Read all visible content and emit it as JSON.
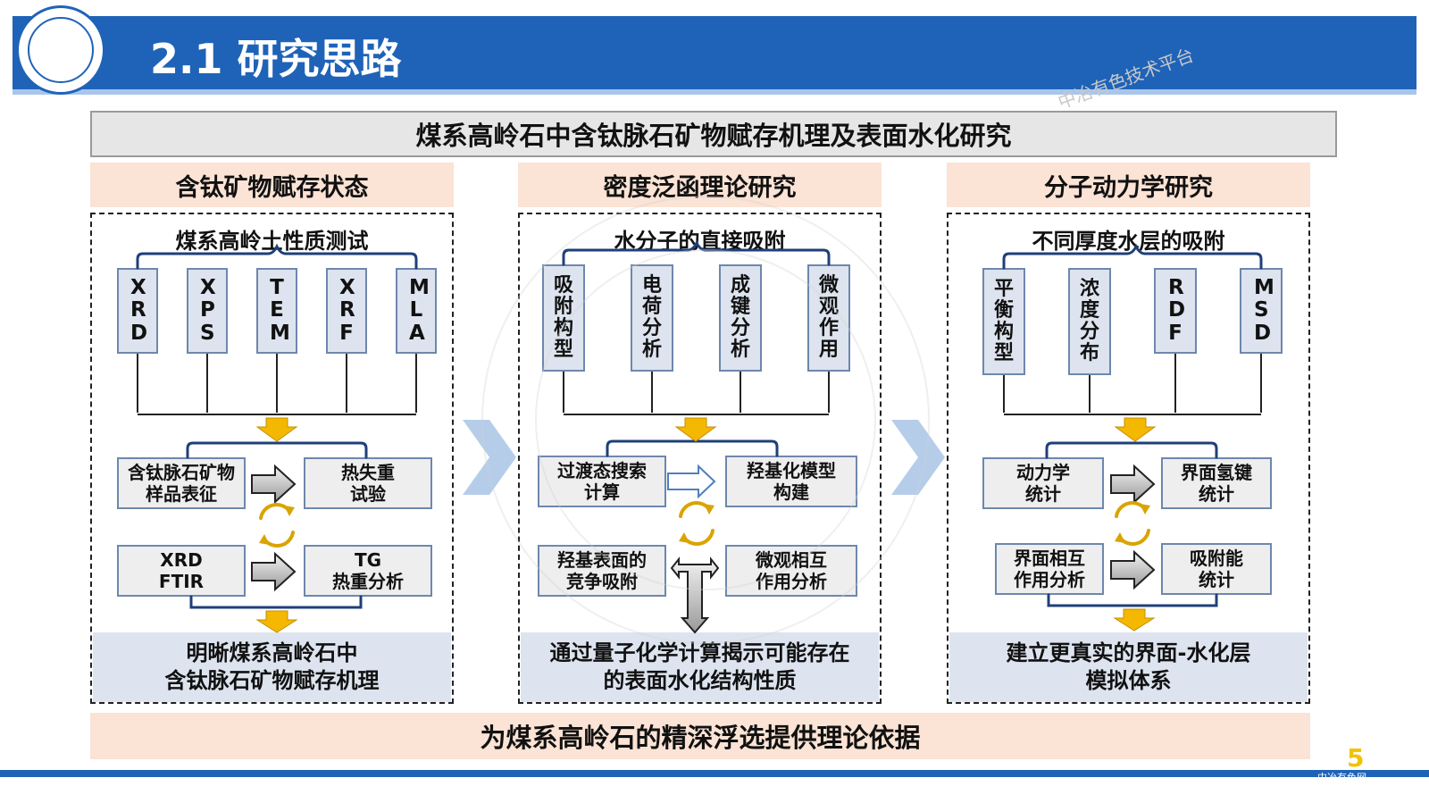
{
  "slide": {
    "title": "2.1 研究思路",
    "page_number": "5",
    "site_label": "中冶有色网"
  },
  "main_title": "煤系高岭石中含钛脉石矿物赋存机理及表面水化研究",
  "columns": [
    {
      "heading": "含钛矿物赋存状态",
      "subheading": "煤系高岭土性质测试",
      "methods": [
        "XRD",
        "XPS",
        "TEM",
        "XRF",
        "MLA"
      ],
      "box_tl": "含钛脉石矿物\n样品表征",
      "box_tr": "热失重\n试验",
      "box_bl": "XRD\nFTIR",
      "box_br": "TG\n热重分析",
      "result": "明晰煤系高岭石中\n含钛脉石矿物赋存机理"
    },
    {
      "heading": "密度泛函理论研究",
      "subheading": "水分子的直接吸附",
      "methods": [
        "吸附构型",
        "电荷分析",
        "成键分析",
        "微观作用"
      ],
      "box_tl": "过渡态搜索\n计算",
      "box_tr": "羟基化模型\n构建",
      "box_bl": "羟基表面的\n竞争吸附",
      "box_br": "微观相互\n作用分析",
      "result": "通过量子化学计算揭示可能存在\n的表面水化结构性质"
    },
    {
      "heading": "分子动力学研究",
      "subheading": "不同厚度水层的吸附",
      "methods": [
        "平衡构型",
        "浓度分布",
        "RDF",
        "MSD"
      ],
      "box_tl": "动力学\n统计",
      "box_tr": "界面氢键\n统计",
      "box_bl": "界面相互\n作用分析",
      "box_br": "吸附能\n统计",
      "result": "建立更真实的界面-水化层\n模拟体系"
    }
  ],
  "bottom_banner": "为煤系高岭石的精深浮选提供理论依据",
  "watermark": "中冶有色技术平台",
  "colors": {
    "header_blue": "#1f63b8",
    "column_head_bg": "#fbe3d5",
    "result_bg": "#dde4ef",
    "down_arrow": "#f5b800"
  }
}
